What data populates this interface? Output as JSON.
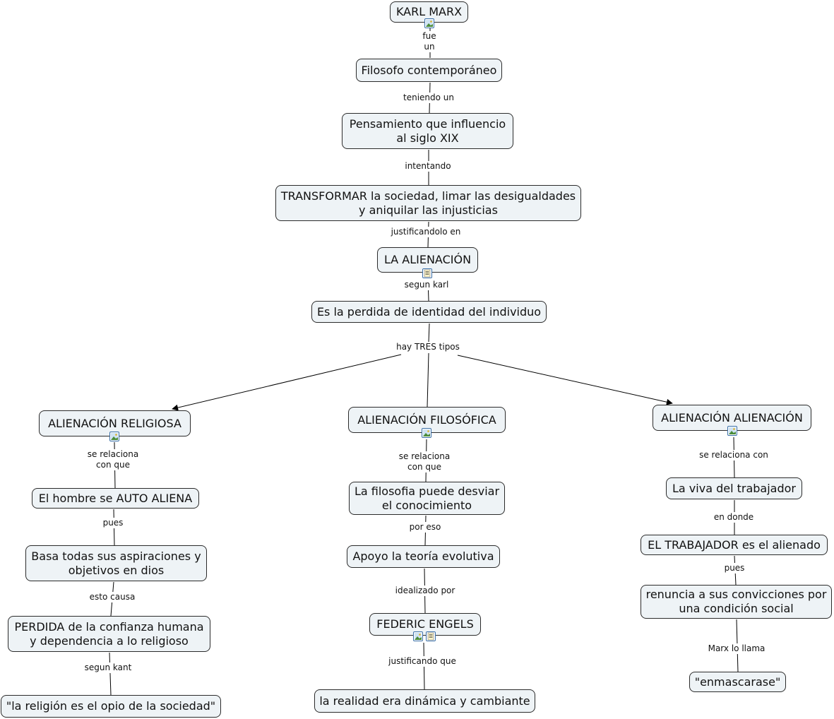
{
  "nodes": {
    "karl_marx": "KARL MARX",
    "filosofo": "Filosofo contemporáneo",
    "pensamiento": "Pensamiento que influencio\nal siglo XIX",
    "transformar": "TRANSFORMAR la sociedad, limar las desigualdades\ny aniquilar las injusticias",
    "alienacion": "LA ALIENACIÓN",
    "perdida_identidad": "Es la perdida de identidad del individuo",
    "religiosa": "ALIENACIÓN RELIGIOSA",
    "filosofica": "ALIENACIÓN FILOSÓFICA",
    "alienacion_alienacion": "ALIENACIÓN ALIENACIÓN",
    "auto_aliena": "El hombre se AUTO ALIENA",
    "basa_aspiraciones": "Basa todas sus aspiraciones y\nobjetivos en dios",
    "perdida_confianza": "PERDIDA de la confianza humana\ny dependencia a lo religioso",
    "opio": "\"la religión es el opio de la sociedad\"",
    "filosofia_desviar": "La filosofia puede desviar\nel conocimiento",
    "teoria_evolutiva": "Apoyo la teoría evolutiva",
    "engels": "FEDERIC ENGELS",
    "realidad": "la realidad era dinámica y cambiante",
    "viva_trabajador": "La viva del trabajador",
    "trabajador_alienado": "EL TRABAJADOR es el alienado",
    "renuncia": "renuncia a sus convicciones por\nuna condición social",
    "enmascarase": "\"enmascarase\""
  },
  "links": {
    "fue_un": "fue\nun",
    "teniendo_un": "teniendo un",
    "intentando": "intentando",
    "justificandolo_en": "justificandolo en",
    "segun_karl": "segun karl",
    "hay_tres_tipos": "hay TRES tipos",
    "rel_se_relaciona": "se relaciona\ncon que",
    "rel_pues": "pues",
    "rel_esto_causa": "esto causa",
    "rel_segun_kant": "segun kant",
    "fil_se_relaciona": "se relaciona\ncon que",
    "fil_por_eso": "por eso",
    "fil_idealizado_por": "idealizado por",
    "fil_justificando_que": "justificando que",
    "ali_se_relaciona_con": "se relaciona con",
    "ali_en_donde": "en donde",
    "ali_pues": "pues",
    "ali_marx_lo_llama": "Marx lo llama"
  },
  "icons": {
    "image": "image-icon",
    "document": "document-icon"
  },
  "colors": {
    "node_fill": "#eef3f6",
    "node_border": "#2b2b2b",
    "icon_border": "#3a6fa8"
  }
}
